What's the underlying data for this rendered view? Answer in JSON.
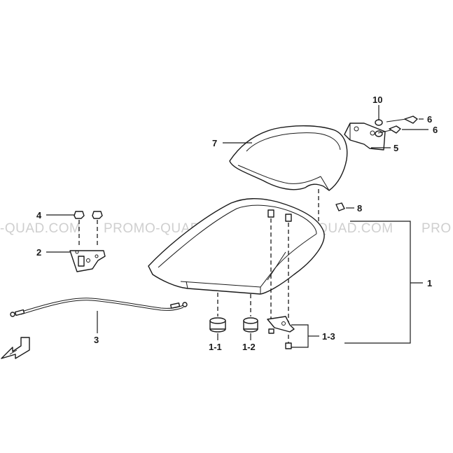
{
  "watermark": {
    "left": "-QUAD.COM",
    "mid1": "PROMO-QUAD.COM",
    "mid2": "PROMO-QUAD.COM",
    "right": "PRO"
  },
  "callouts": {
    "p1": "1",
    "p1_1": "1-1",
    "p1_2": "1-2",
    "p1_3": "1-3",
    "p2": "2",
    "p3": "3",
    "p4": "4",
    "p5": "5",
    "p6a": "6",
    "p6b": "6",
    "p7": "7",
    "p8": "8",
    "p10": "10"
  }
}
